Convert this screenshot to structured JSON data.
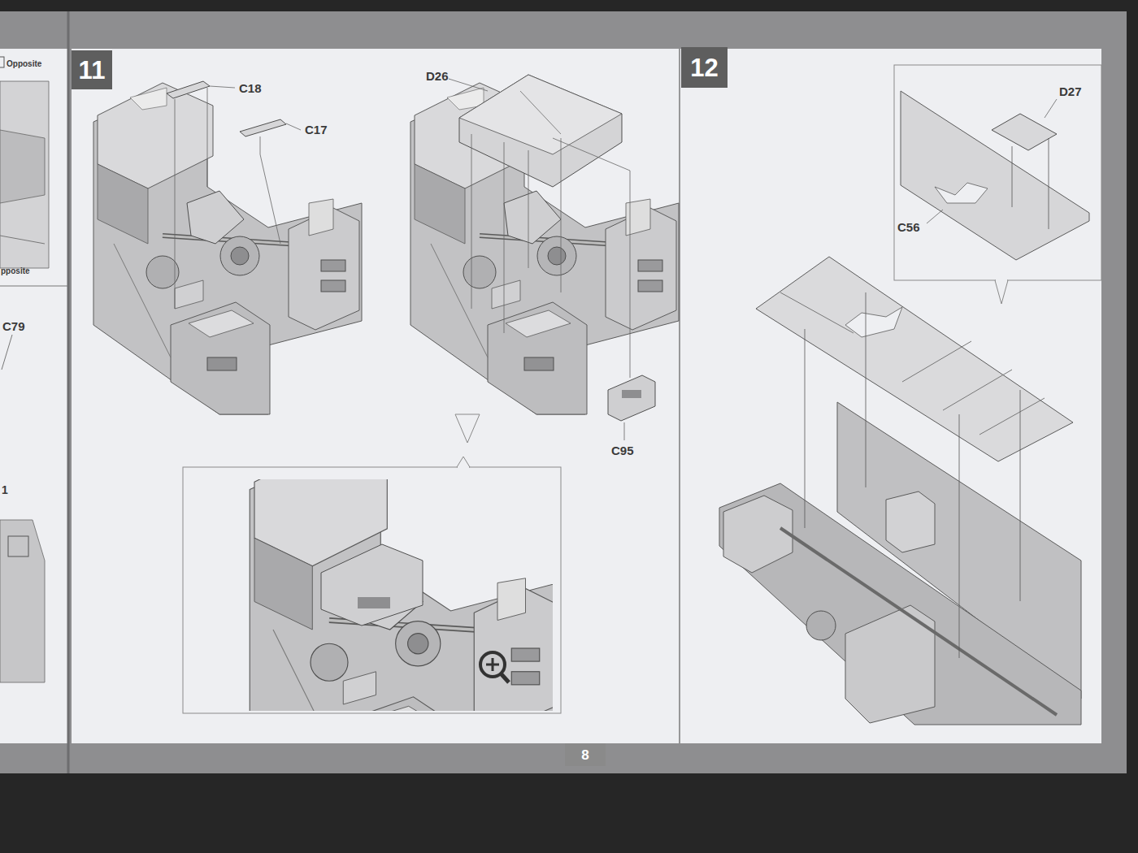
{
  "diagram": {
    "nodes": [
      {
        "text": [
          "11"
        ]
      },
      {
        "text": [
          "12"
        ]
      },
      {
        "text": [
          "8"
        ]
      }
    ],
    "labels": [
      "Opposite",
      "pposite",
      "C79",
      "1",
      "C18",
      "C17",
      "D26",
      "C95",
      "D27",
      "C56"
    ]
  }
}
